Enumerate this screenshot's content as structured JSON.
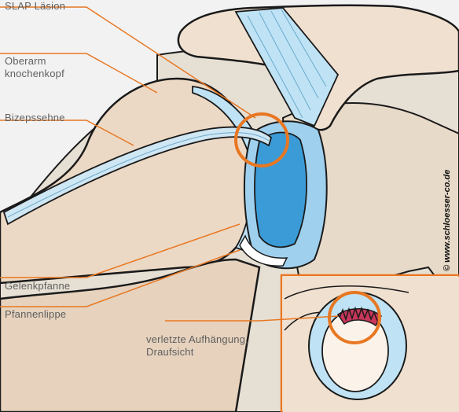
{
  "labels": {
    "slap": "SLAP Läsion",
    "humeral_head_line1": "Oberarm",
    "humeral_head_line2": "knochenkopf",
    "biceps_tendon": "Bizepssehne",
    "glenoid": "Gelenkpfanne",
    "labrum": "Pfannenlippe",
    "injury_line1": "verletzte Aufhängung,",
    "injury_line2": "Draufsicht"
  },
  "credit": "© www.schloesser-co.de",
  "colors": {
    "leader": "#e87722",
    "bone": "#f0e0cf",
    "cartilage": "#bfe3f5",
    "glenoid_blue": "#3b9bd6",
    "tear": "#c8375a",
    "background": "#f2f2f2"
  }
}
